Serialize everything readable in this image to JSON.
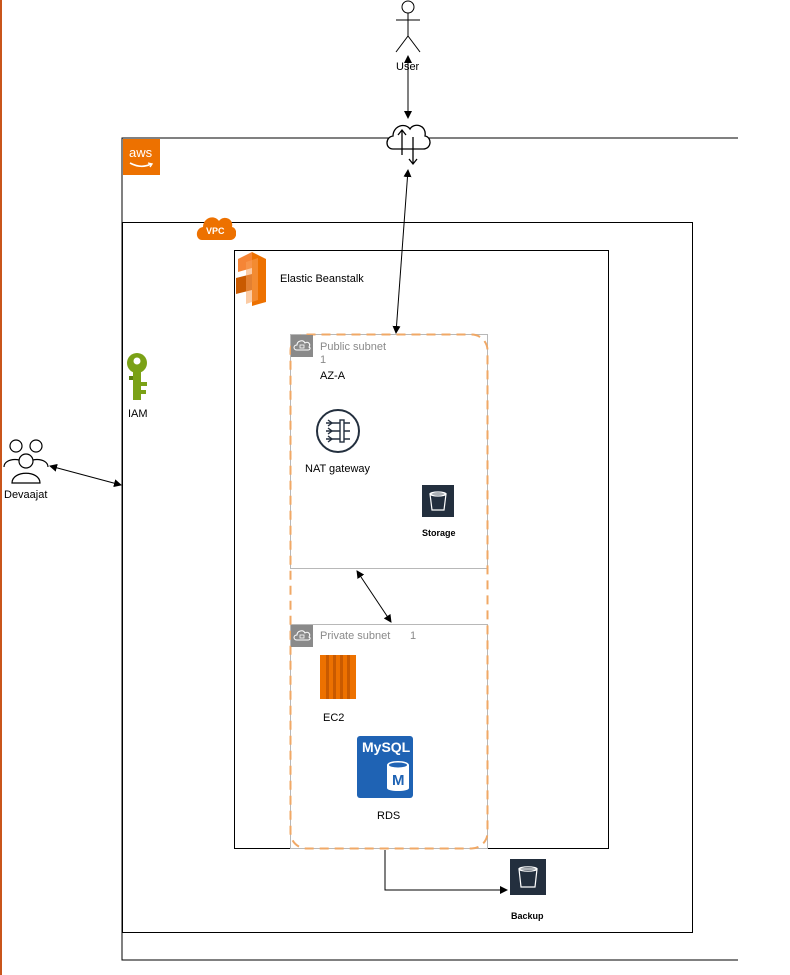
{
  "user": {
    "label": "User"
  },
  "devaajat": {
    "label": "Devaajat"
  },
  "aws": {
    "badge": "aws"
  },
  "vpc": {
    "badge": "VPC"
  },
  "iam": {
    "label": "IAM"
  },
  "beanstalk": {
    "label": "Elastic Beanstalk"
  },
  "public_subnet": {
    "title": "Public subnet",
    "number": "1",
    "az": "AZ-A"
  },
  "nat": {
    "label": "NAT gateway"
  },
  "storage": {
    "label": "Storage"
  },
  "private_subnet": {
    "title": "Private subnet",
    "number": "1"
  },
  "ec2": {
    "label": "EC2"
  },
  "rds": {
    "label": "RDS",
    "logo_text": "MySQL",
    "logo_letter": "M"
  },
  "backup": {
    "label": "Backup"
  },
  "colors": {
    "aws_orange": "#ED7100",
    "subnet_dash": "#F0A866",
    "iam_green": "#7AA116",
    "icon_dark": "#232F3E",
    "mysql_blue": "#1F63B4",
    "left_edge": "#C9551B"
  }
}
